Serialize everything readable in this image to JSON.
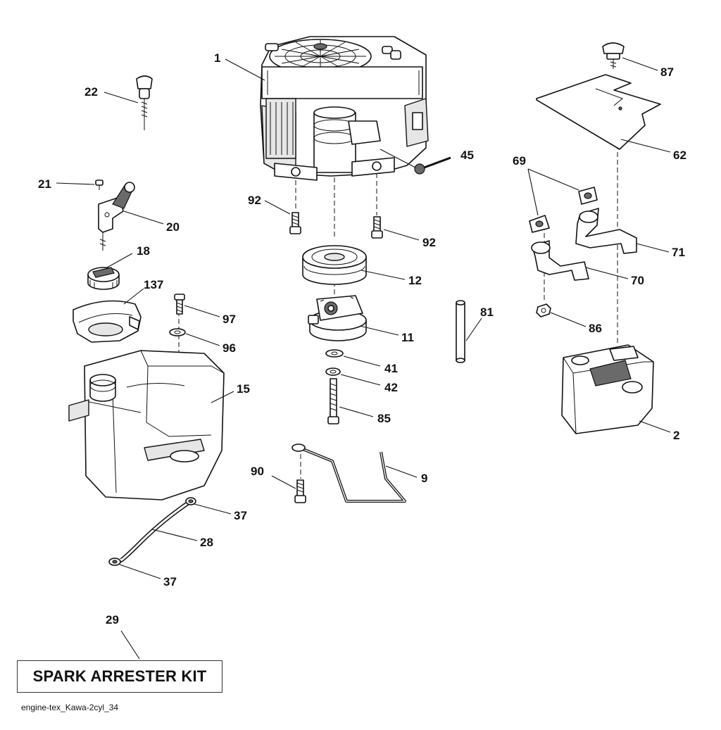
{
  "diagram": {
    "caption": "engine-tex_Kawa-2cyl_34",
    "kit_label": "SPARK ARRESTER KIT",
    "callouts": {
      "c1": "1",
      "c2": "2",
      "c9": "9",
      "c11": "11",
      "c12": "12",
      "c15": "15",
      "c18": "18",
      "c20": "20",
      "c21": "21",
      "c22": "22",
      "c28": "28",
      "c29": "29",
      "c37a": "37",
      "c37b": "37",
      "c41": "41",
      "c42": "42",
      "c45": "45",
      "c62": "62",
      "c69": "69",
      "c70": "70",
      "c71": "71",
      "c81": "81",
      "c85": "85",
      "c86": "86",
      "c87": "87",
      "c90": "90",
      "c92a": "92",
      "c92b": "92",
      "c96": "96",
      "c97": "97",
      "c137": "137"
    }
  }
}
